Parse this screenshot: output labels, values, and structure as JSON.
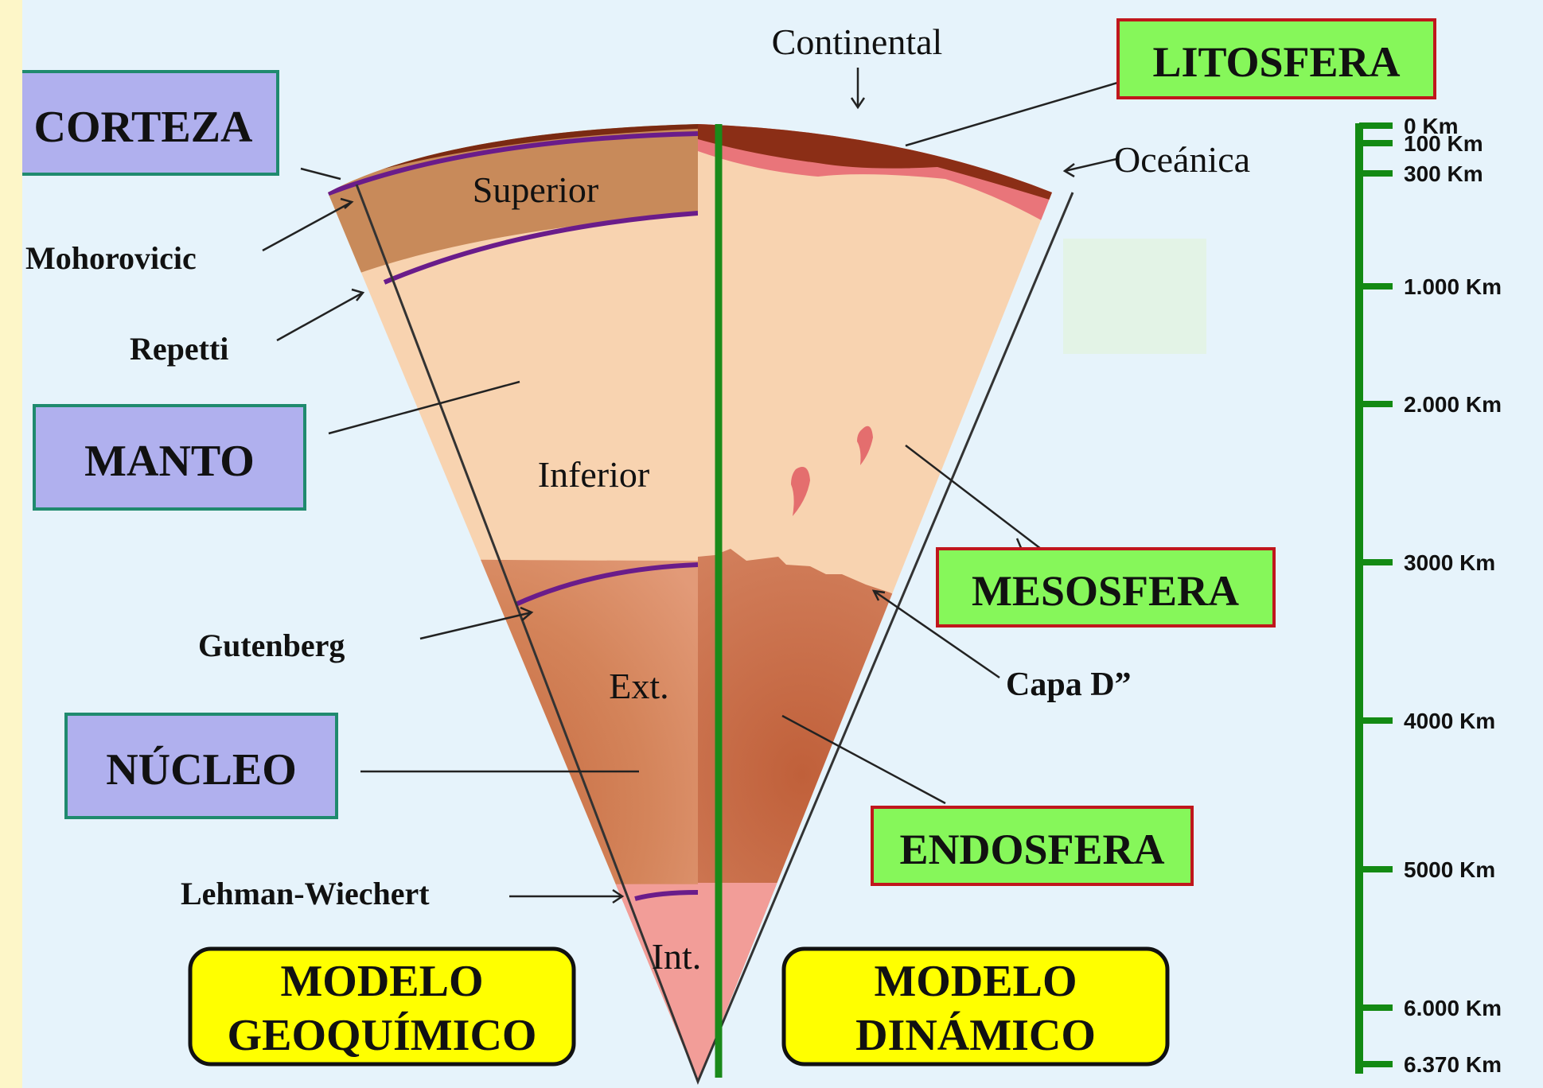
{
  "colors": {
    "background": "#e6f3fb",
    "frame": "#fdf6c8",
    "crust": "#c88a5a",
    "mantle": "#f8d3b0",
    "outer_core": "#c9704a",
    "inner_core": "#f29d98",
    "lithosphere": "#8b2e16",
    "discontinuity": "#6a1c8a",
    "green_label_fill": "#86f75a",
    "green_label_border": "#c0161c",
    "blue_label_fill": "#b0b0ee",
    "blue_label_border": "#1f8a6e",
    "yellow_label_fill": "#ffff00",
    "scale_line": "#138a13"
  },
  "geochemical": {
    "crust_label": "CORTEZA",
    "mantle_label": "MANTO",
    "core_label": "NÚCLEO",
    "model_label_line1": "MODELO",
    "model_label_line2": "GEOQUÍMICO",
    "upper_label": "Superior",
    "lower_label": "Inferior",
    "outer_label": "Ext.",
    "inner_label": "Int.",
    "discontinuities": {
      "moho": "Mohorovicic",
      "repetti": "Repetti",
      "gutenberg": "Gutenberg",
      "lehman": "Lehman-Wiechert"
    }
  },
  "dynamic": {
    "lithosphere_label": "LITOSFERA",
    "mesosphere_label": "MESOSFERA",
    "endosphere_label": "ENDOSFERA",
    "continental_label": "Continental",
    "oceanic_label": "Oceánica",
    "d_layer_label": "Capa D”",
    "model_label_line1": "MODELO",
    "model_label_line2": "DINÁMICO"
  },
  "scale": {
    "ticks": [
      {
        "label": "0 Km",
        "depth": 0
      },
      {
        "label": "100 Km",
        "depth": 100
      },
      {
        "label": "300 Km",
        "depth": 300
      },
      {
        "label": "1.000 Km",
        "depth": 1000
      },
      {
        "label": "2.000 Km",
        "depth": 2000
      },
      {
        "label": "3000 Km",
        "depth": 3000
      },
      {
        "label": "4000 Km",
        "depth": 4000
      },
      {
        "label": "5000 Km",
        "depth": 5000
      },
      {
        "label": "6.000 Km",
        "depth": 6000
      },
      {
        "label": "6.370 Km",
        "depth": 6370
      }
    ]
  }
}
